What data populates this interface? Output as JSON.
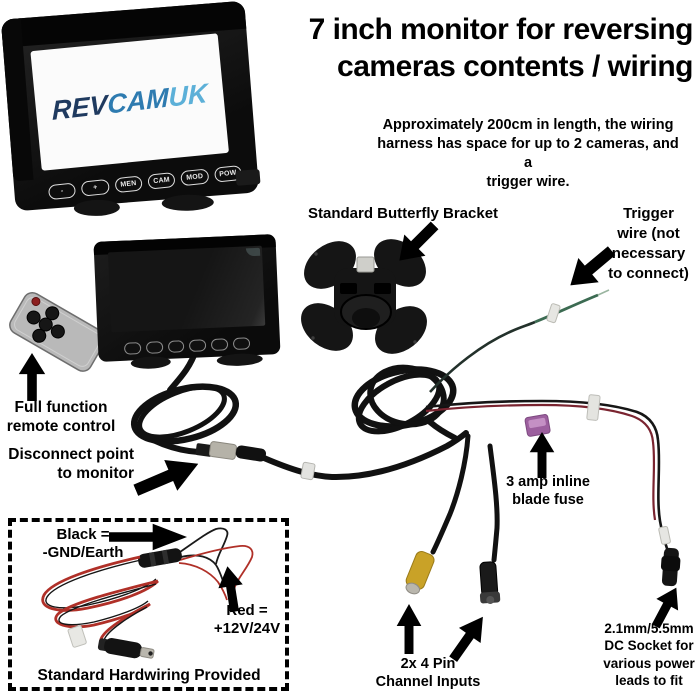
{
  "title": "7 inch monitor for reversing\ncameras contents / wiring",
  "subtitle": "Approximately 200cm in length, the wiring\nharness has space for up to 2 cameras, and a\ntrigger wire.",
  "monitor1": {
    "logo": {
      "rev": "REV",
      "cam": "CAM",
      "uk": "UK"
    },
    "buttons": [
      "-",
      "+",
      "MEN",
      "CAM",
      "MOD",
      "POW"
    ]
  },
  "labels": {
    "butterfly_bracket": "Standard Butterfly Bracket",
    "trigger_wire": "Trigger\nwire (not\nnecessary\nto connect)",
    "remote": "Full function\nremote control",
    "disconnect": "Disconnect point\nto monitor",
    "fuse": "3 amp inline\nblade fuse",
    "channel_inputs": "2x 4 Pin\nChannel Inputs",
    "dc_socket": "2.1mm/5.5mm\nDC Socket for\nvarious power\nleads to fit",
    "black_wire": "Black =\n-GND/Earth",
    "red_wire": "Red =\n+12V/24V",
    "hardwiring": "Standard Hardwiring Provided"
  },
  "icons": {
    "annotation_arrow": "solid-block-arrow"
  },
  "colors": {
    "background": "#ffffff",
    "text": "#000000",
    "logo_rev": "#1f3a5f",
    "logo_cam": "#2e7bb0",
    "logo_uk": "#5cb0d8",
    "fuse_purple": "#9c5f9e",
    "connector_yellow": "#c9a227",
    "wire_red": "#b03028",
    "trigger_green": "#3c6b52"
  }
}
